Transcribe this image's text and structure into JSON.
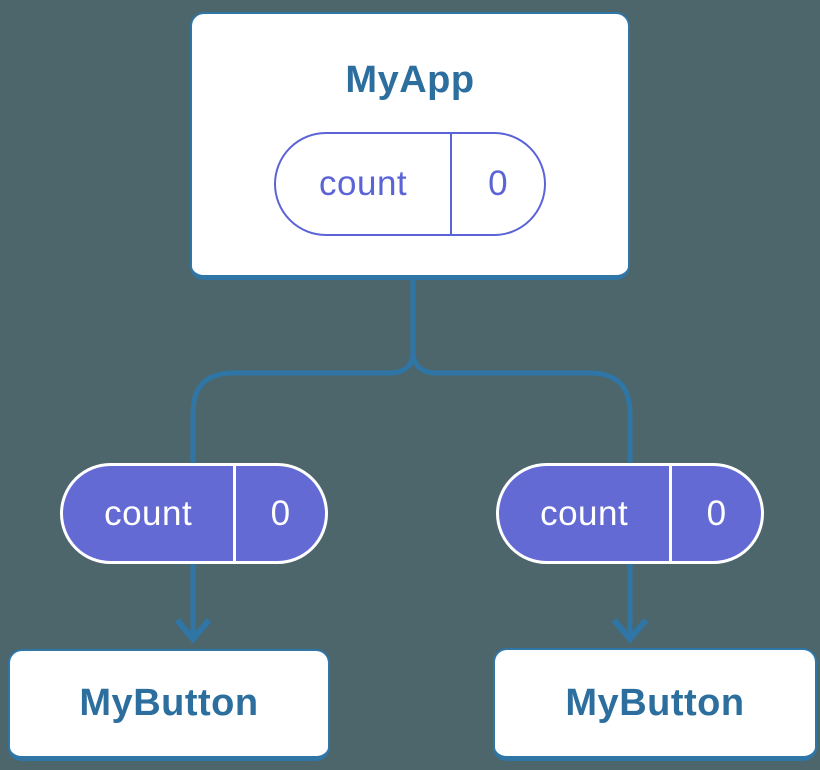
{
  "root": {
    "title": "MyApp",
    "state": {
      "name": "count",
      "value": "0"
    }
  },
  "children": [
    {
      "title": "MyButton",
      "prop": {
        "name": "count",
        "value": "0"
      }
    },
    {
      "title": "MyButton",
      "prop": {
        "name": "count",
        "value": "0"
      }
    }
  ],
  "colors": {
    "background": "#4C666C",
    "connector_blue": "#2F76A6",
    "card_border_blue": "#2F76A6",
    "title_text_blue": "#2C6E9E",
    "pill_outline_purple": "#5B64D6",
    "pill_fill_purple": "#636AD3",
    "card_fill": "#ffffff"
  }
}
